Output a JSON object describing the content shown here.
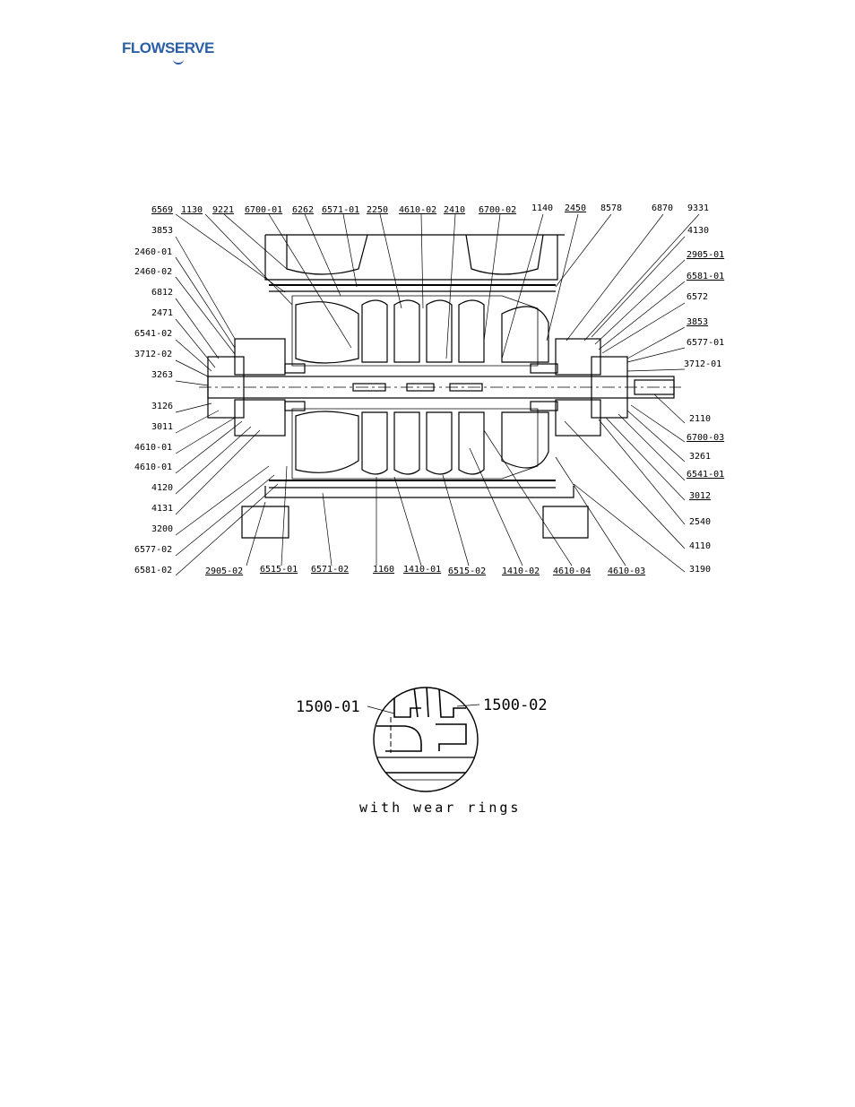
{
  "header": {
    "logo_text": "FLOWSERVE"
  },
  "labels_top": [
    "6569",
    "1130",
    "9221",
    "6700-01",
    "6262",
    "6571-01",
    "2250",
    "4610-02",
    "2410",
    "6700-02",
    "1140",
    "2450",
    "8578",
    "6870",
    "9331"
  ],
  "labels_left": [
    "3853",
    "2460-01",
    "2460-02",
    "6812",
    "2471",
    "6541-02",
    "3712-02",
    "3263",
    "3126",
    "3011",
    "4610-01",
    "4610-01",
    "4120",
    "4131",
    "3200",
    "6577-02",
    "6581-02"
  ],
  "labels_right": [
    "4130",
    "2905-01",
    "6581-01",
    "6572",
    "3853",
    "6577-01",
    "3712-01",
    "2110",
    "6700-03",
    "3261",
    "6541-01",
    "3012",
    "2540",
    "4110",
    "3190"
  ],
  "labels_bottom": [
    "2905-02",
    "6515-01",
    "6571-02",
    "1160",
    "1410-01",
    "6515-02",
    "1410-02",
    "4610-04",
    "4610-03"
  ],
  "detail": {
    "label_left": "1500-01",
    "label_right": "1500-02",
    "caption": "with wear rings"
  }
}
